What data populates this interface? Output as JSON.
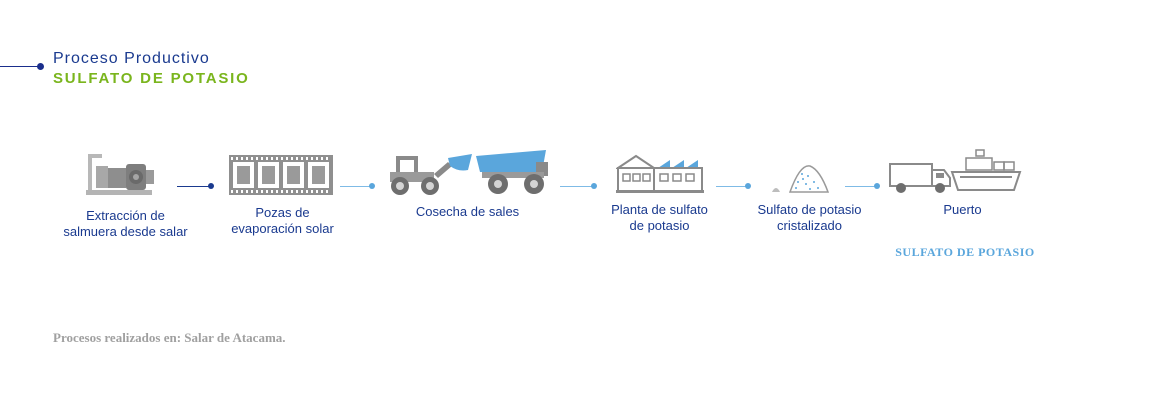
{
  "header": {
    "title": "Proceso Productivo",
    "subtitle": "SULFATO DE POTASIO"
  },
  "steps": [
    {
      "label": "Extracción de\nsalmuera desde salar",
      "icon": "pump-icon"
    },
    {
      "label": "Pozas de\nevaporación solar",
      "icon": "evaporation-ponds-icon"
    },
    {
      "label": "Cosecha de sales",
      "icon": "loader-truck-icon"
    },
    {
      "label": "Planta de sulfato\nde potasio",
      "icon": "factory-icon"
    },
    {
      "label": "Sulfato de potasio\ncristalizado",
      "icon": "salt-pile-icon"
    },
    {
      "label": "Puerto",
      "icon": "truck-ship-icon"
    }
  ],
  "product_tag": "SULFATO DE POTASIO",
  "footer": "Procesos realizados en: Salar de Atacama.",
  "colors": {
    "navy": "#1a3a8f",
    "green": "#7ab51d",
    "light_blue": "#5aa6dc",
    "gray": "#a0a0a0"
  }
}
